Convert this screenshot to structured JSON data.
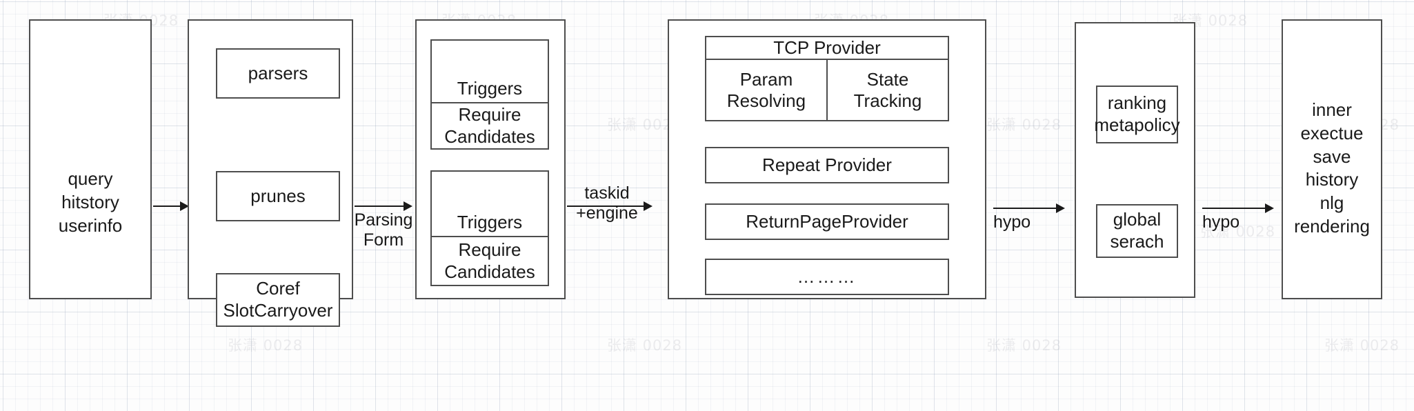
{
  "diagram": {
    "title": "dialogue system pipeline flowchart",
    "background": {
      "color": "#fdfdfd",
      "grid": "engineering-grid",
      "watermark_text": "张潇 0028"
    },
    "stages": [
      {
        "id": "input",
        "label": "query\nhitstory\nuserinfo"
      },
      {
        "id": "nlu",
        "items": [
          {
            "label": "parsers"
          },
          {
            "label": "prunes"
          },
          {
            "label": "Coref\nSlotCarryover"
          }
        ]
      },
      {
        "id": "triggers",
        "cards": [
          {
            "top": "Triggers",
            "bottom": "Require\nCandidates"
          },
          {
            "top": "Triggers",
            "bottom": "Require\nCandidates"
          }
        ]
      },
      {
        "id": "providers",
        "tcp": {
          "title": "TCP Provider",
          "cells": [
            "Param\nResolving",
            "State\nTracking"
          ]
        },
        "items": [
          {
            "label": "Repeat Provider"
          },
          {
            "label": "ReturnPageProvider"
          },
          {
            "label": "………"
          }
        ]
      },
      {
        "id": "policy",
        "items": [
          {
            "label": "ranking\nmetapolicy"
          },
          {
            "label": "global\nserach"
          }
        ]
      },
      {
        "id": "output",
        "label": "inner\nexectue\nsave\nhistory\nnlg\nrendering"
      }
    ],
    "edges": [
      {
        "id": "e1",
        "label": ""
      },
      {
        "id": "e2",
        "label": "Parsing\nForm"
      },
      {
        "id": "e3",
        "label": "taskid\n+engine"
      },
      {
        "id": "e4",
        "label": "hypo"
      },
      {
        "id": "e5",
        "label": "hypo"
      }
    ],
    "colors": {
      "stroke": "#4d4d4d",
      "text": "#1a1a1a",
      "arrow": "#1a1a1a",
      "fill": "#ffffff"
    }
  }
}
